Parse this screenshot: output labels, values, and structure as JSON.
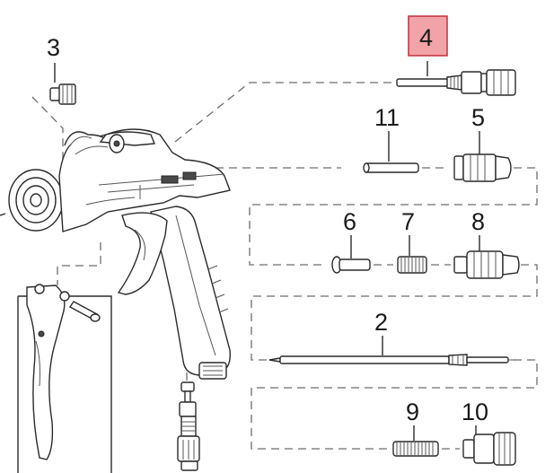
{
  "diagram": {
    "highlight_color": "#f2a3a8",
    "highlight_border": "#c0303a",
    "callouts": [
      {
        "id": "c3",
        "label": "3"
      },
      {
        "id": "c4",
        "label": "4",
        "highlighted": true
      },
      {
        "id": "c11",
        "label": "11"
      },
      {
        "id": "c5",
        "label": "5"
      },
      {
        "id": "c6",
        "label": "6"
      },
      {
        "id": "c7",
        "label": "7"
      },
      {
        "id": "c8",
        "label": "8"
      },
      {
        "id": "c2",
        "label": "2"
      },
      {
        "id": "c9",
        "label": "9"
      },
      {
        "id": "c10",
        "label": "10"
      }
    ]
  }
}
